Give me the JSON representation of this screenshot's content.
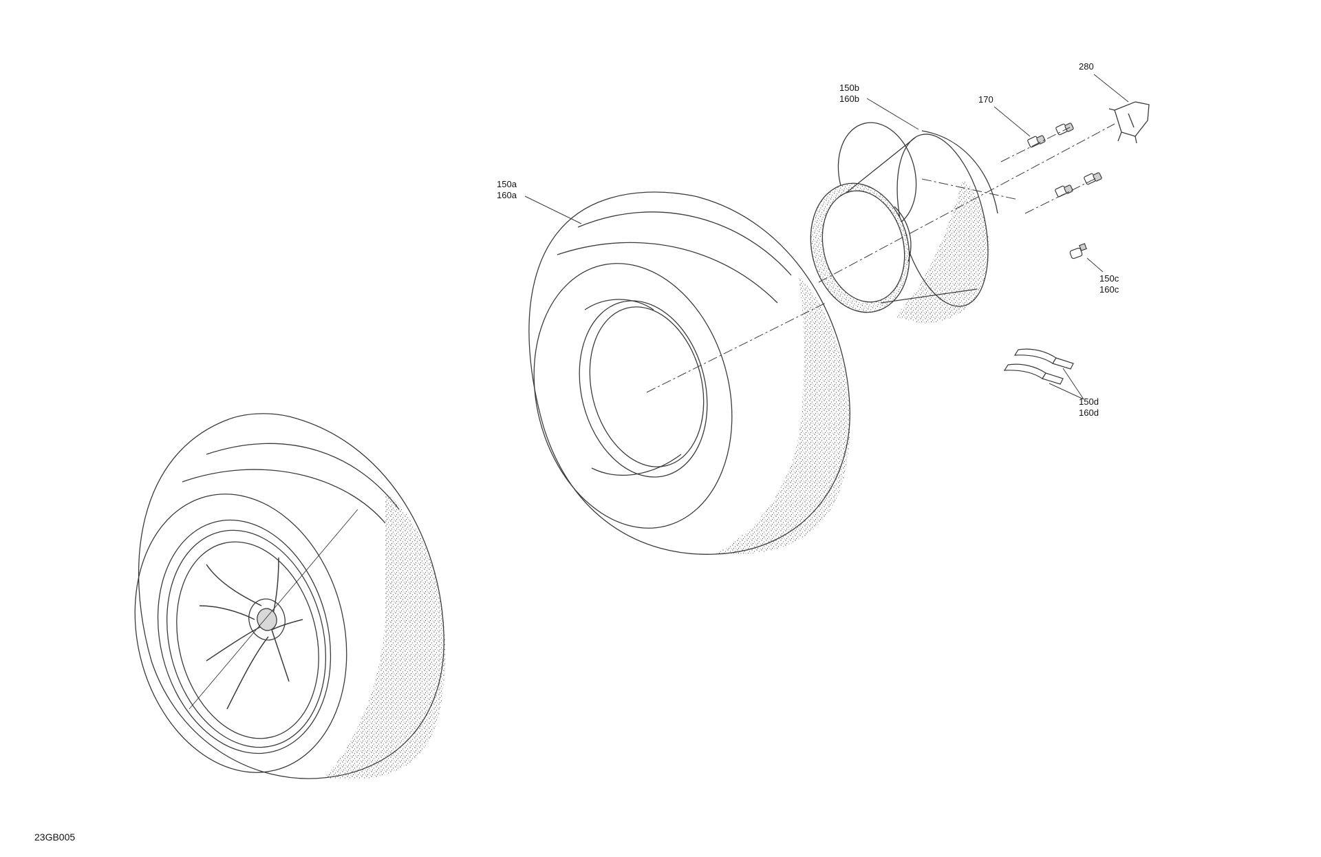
{
  "figure_id": "23GB005",
  "callouts": {
    "c150a": "150a",
    "c160a": "160a",
    "c150b": "150b",
    "c160b": "160b",
    "c170": "170",
    "c280": "280",
    "c150c": "150c",
    "c160c": "160c",
    "c150d": "150d",
    "c160d": "160d"
  },
  "colors": {
    "line": "#3a3a3a",
    "background": "#ffffff",
    "text": "#111111"
  }
}
